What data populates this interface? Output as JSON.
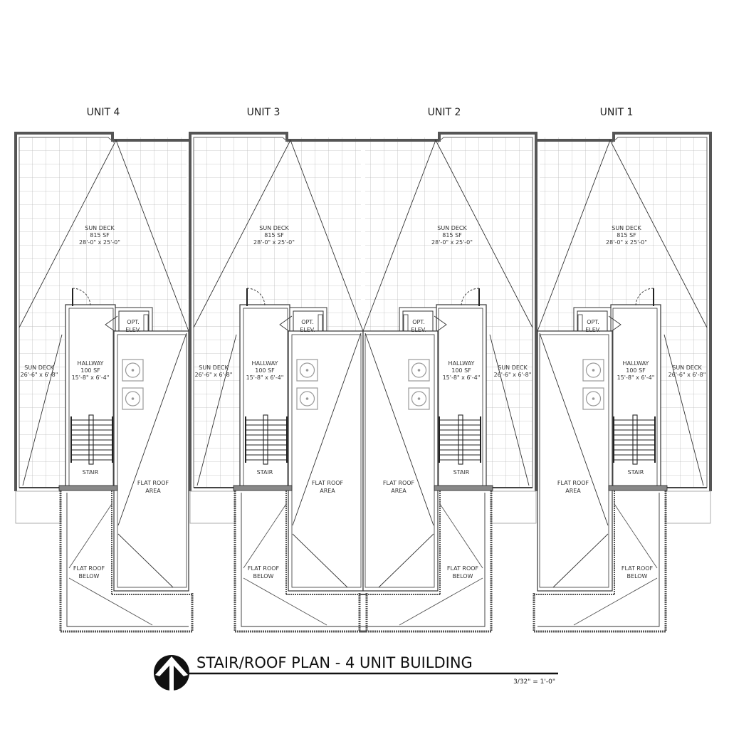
{
  "drawing": {
    "title": "STAIR/ROOF PLAN - 4 UNIT BUILDING",
    "scale": "3/32\" = 1'-0\"",
    "north_arrow_icon": "north-arrow-icon"
  },
  "units": [
    {
      "name": "UNIT 4",
      "mirrored": false
    },
    {
      "name": "UNIT 3",
      "mirrored": false
    },
    {
      "name": "UNIT 2",
      "mirrored": true
    },
    {
      "name": "UNIT 1",
      "mirrored": true
    }
  ],
  "labels": {
    "sun_deck": [
      "SUN DECK",
      "815 SF",
      "28'-0\" x 25'-0\""
    ],
    "side_deck": [
      "SUN DECK",
      "26'-6\" x 6'-8\""
    ],
    "hallway": [
      "HALLWAY",
      "100 SF",
      "15'-8\" x 6'-4\""
    ],
    "elevator": [
      "OPT.",
      "ELEV."
    ],
    "stair": "STAIR",
    "flat_roof_area": [
      "FLAT ROOF",
      "AREA"
    ],
    "flat_roof_below": [
      "FLAT ROOF",
      "BELOW"
    ]
  }
}
